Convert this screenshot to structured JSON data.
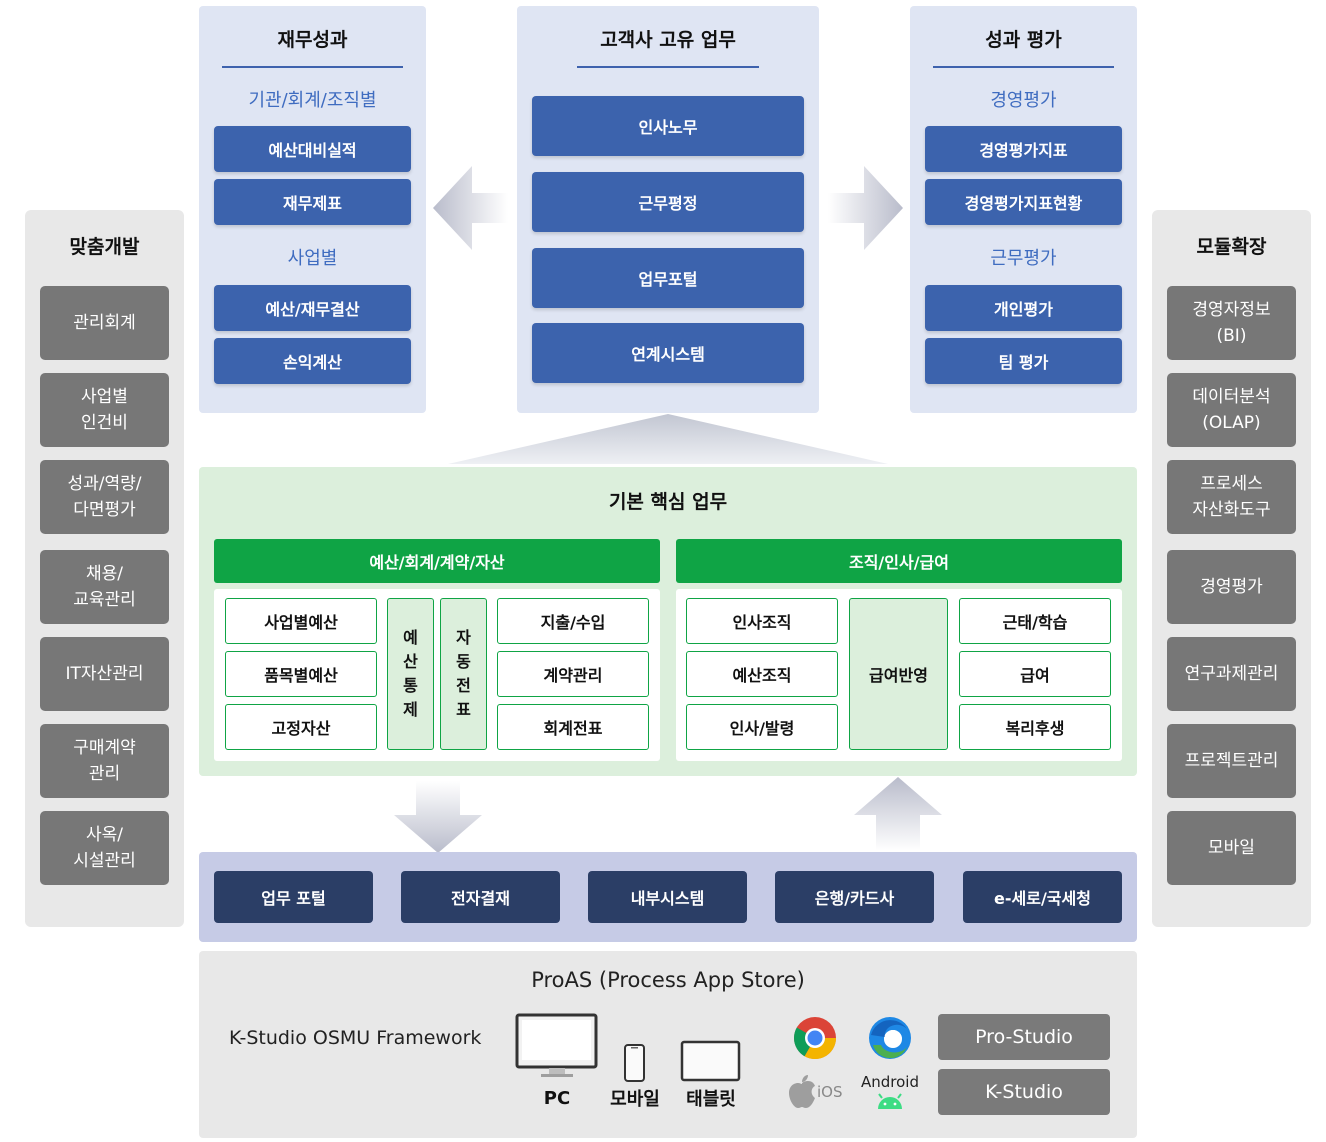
{
  "left_panel": {
    "title": "맞춤개발",
    "items": [
      "관리회계",
      "사업별\n인건비",
      "성과/역량/\n다면평가",
      "채용/\n교육관리",
      "IT자산관리",
      "구매계약\n관리",
      "사옥/\n시설관리"
    ]
  },
  "right_panel": {
    "title": "모듈확장",
    "items": [
      "경영자정보\n(BI)",
      "데이터분석\n(OLAP)",
      "프로세스\n자산화도구",
      "경영평가",
      "연구과제관리",
      "프로젝트관리",
      "모바일"
    ]
  },
  "finance": {
    "title": "재무성과",
    "group1_label": "기관/회계/조직별",
    "group1_items": [
      "예산대비실적",
      "재무제표"
    ],
    "group2_label": "사업별",
    "group2_items": [
      "예산/재무결산",
      "손익계산"
    ]
  },
  "client": {
    "title": "고객사 고유 업무",
    "items": [
      "인사노무",
      "근무평정",
      "업무포털",
      "연계시스템"
    ]
  },
  "performance": {
    "title": "성과 평가",
    "group1_label": "경영평가",
    "group1_items": [
      "경영평가지표",
      "경영평가지표현황"
    ],
    "group2_label": "근무평가",
    "group2_items": [
      "개인평가",
      "팀 평가"
    ]
  },
  "core": {
    "title": "기본 핵심 업무",
    "left_header": "예산/회계/계약/자산",
    "left_col1": [
      "사업별예산",
      "품목별예산",
      "고정자산"
    ],
    "vert1": [
      "예",
      "산",
      "통",
      "제"
    ],
    "vert2": [
      "자",
      "동",
      "전",
      "표"
    ],
    "left_col4": [
      "지출/수입",
      "계약관리",
      "회계전표"
    ],
    "right_header": "조직/인사/급여",
    "right_col1": [
      "인사조직",
      "예산조직",
      "인사/발령"
    ],
    "right_mid": "급여반영",
    "right_col3": [
      "근태/학습",
      "급여",
      "복리후생"
    ]
  },
  "integration": {
    "items": [
      "업무 포털",
      "전자결재",
      "내부시스템",
      "은행/카드사",
      "e-세로/국세청"
    ]
  },
  "platform": {
    "title": "ProAS (Process App Store)",
    "framework": "K-Studio OSMU Framework",
    "devices": [
      "PC",
      "모바일",
      "태블릿"
    ],
    "ios_label": "iOS",
    "android_label": "Android",
    "studios": [
      "Pro-Studio",
      "K-Studio"
    ]
  },
  "colors": {
    "navy": "#2b3e66",
    "blue": "#3c63ad",
    "green": "#0fa445",
    "gray": "#777777"
  }
}
